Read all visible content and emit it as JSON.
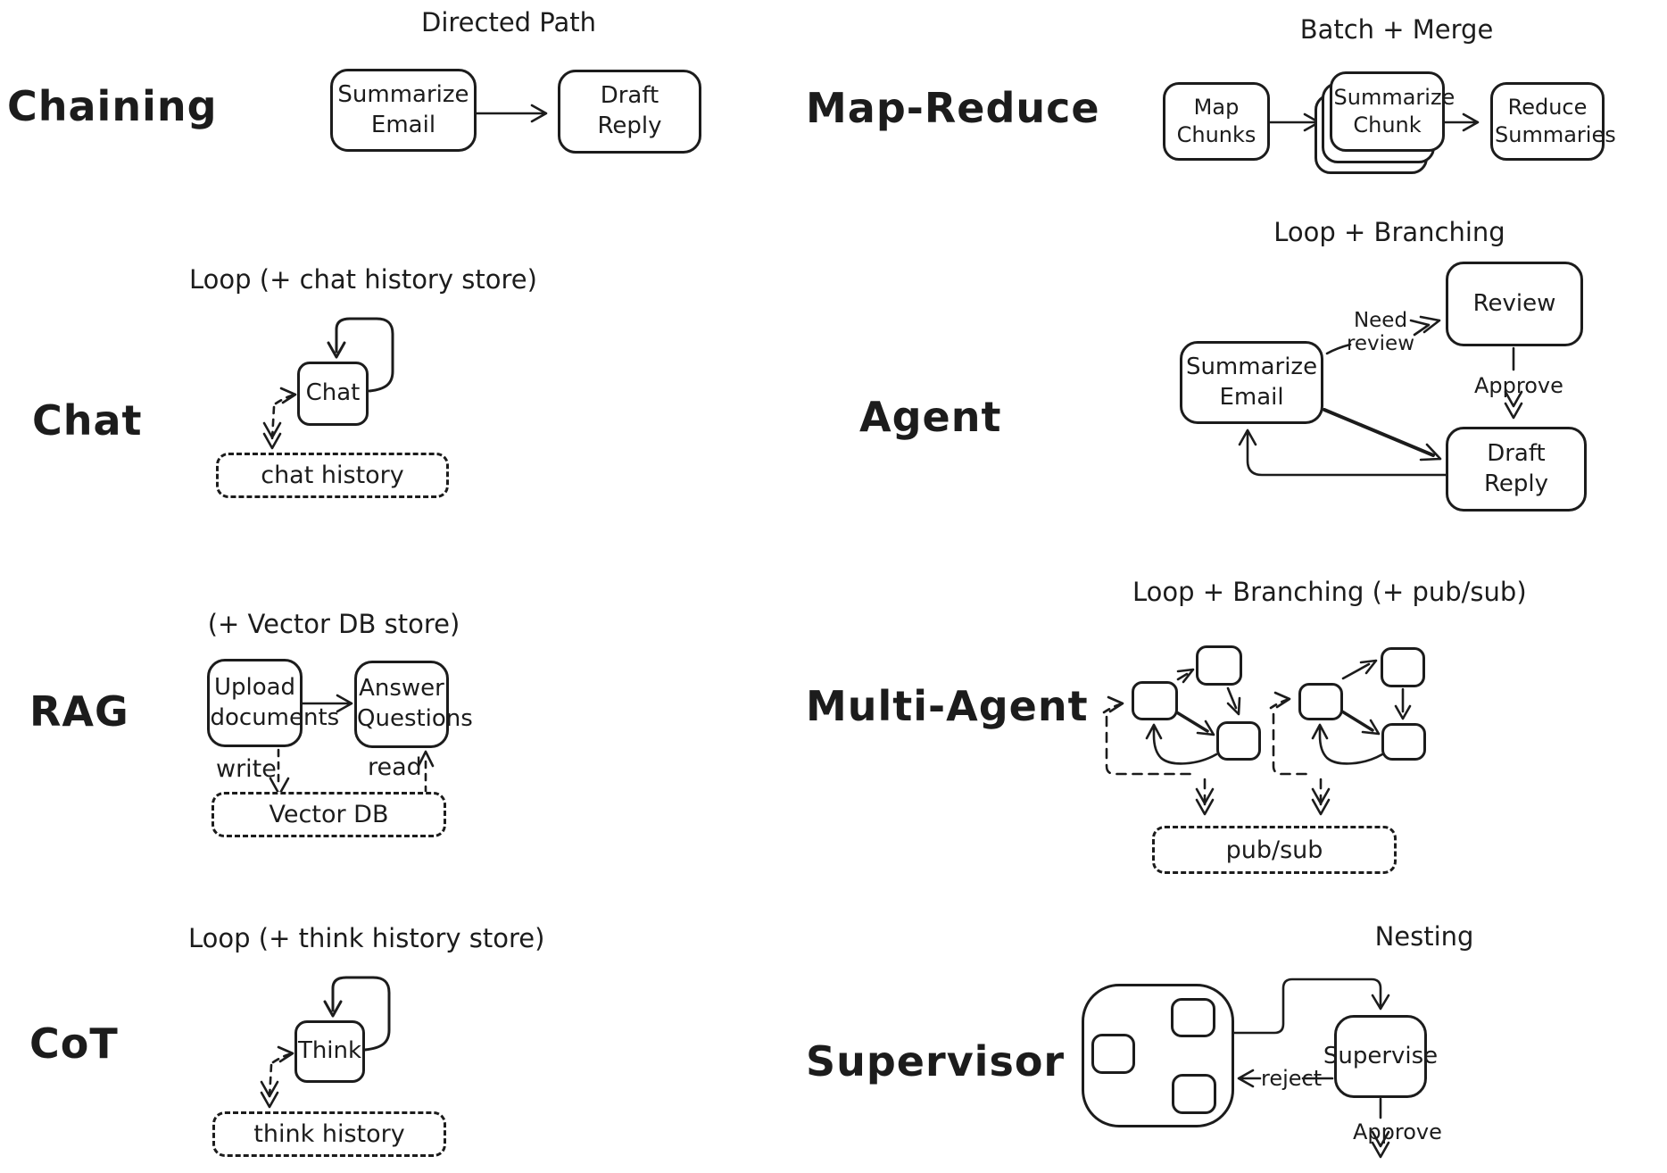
{
  "canvas": {
    "ink": "#1c1c1c",
    "background": "#ffffff"
  },
  "patterns": {
    "chaining": {
      "label": "Chaining",
      "title": "Directed Path",
      "nodes": {
        "summarize_email": "Summarize Email",
        "draft_reply": "Draft Reply"
      }
    },
    "map_reduce": {
      "label": "Map-Reduce",
      "title": "Batch + Merge",
      "nodes": {
        "map_chunks": "Map Chunks",
        "summarize_chunk": "Summarize Chunk",
        "reduce_summaries": "Reduce Summaries"
      }
    },
    "chat": {
      "label": "Chat",
      "title": "Loop (+ chat history store)",
      "nodes": {
        "chat": "Chat"
      },
      "store": "chat history"
    },
    "agent": {
      "label": "Agent",
      "title": "Loop + Branching",
      "nodes": {
        "summarize_email": "Summarize Email",
        "review": "Review",
        "draft_reply": "Draft Reply"
      },
      "edges": {
        "need_review": "Need review",
        "approve": "Approve"
      }
    },
    "rag": {
      "label": "RAG",
      "title": "(+ Vector DB store)",
      "nodes": {
        "upload_documents": "Upload documents",
        "answer_questions": "Answer Questions"
      },
      "edges": {
        "write": "write",
        "read": "read"
      },
      "store": "Vector DB"
    },
    "multi_agent": {
      "label": "Multi-Agent",
      "title": "Loop + Branching (+ pub/sub)",
      "store": "pub/sub"
    },
    "cot": {
      "label": "CoT",
      "title": "Loop (+ think history store)",
      "nodes": {
        "think": "Think"
      },
      "store": "think history"
    },
    "supervisor": {
      "label": "Supervisor",
      "title": "Nesting",
      "nodes": {
        "supervise": "Supervise"
      },
      "edges": {
        "reject": "reject",
        "approve": "Approve"
      }
    }
  }
}
